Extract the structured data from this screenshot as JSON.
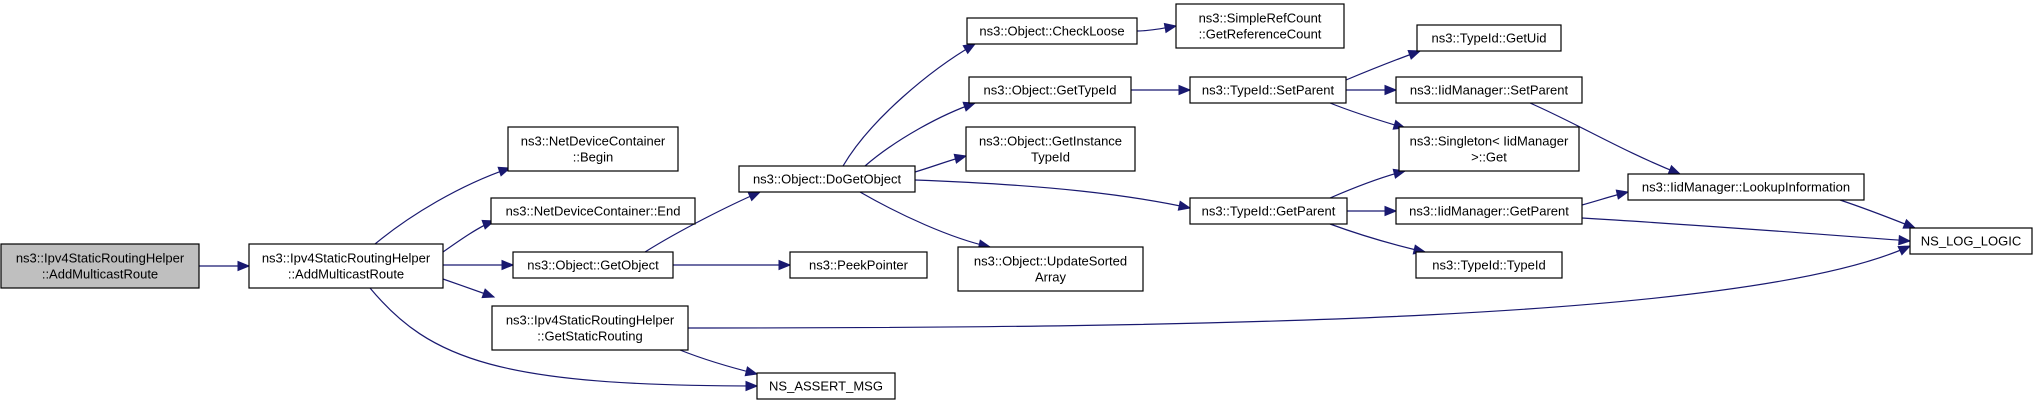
{
  "nodes": {
    "root": [
      "ns3::Ipv4StaticRoutingHelper",
      "::AddMulticastRoute"
    ],
    "add": [
      "ns3::Ipv4StaticRoutingHelper",
      "::AddMulticastRoute"
    ],
    "ndcbegin": [
      "ns3::NetDeviceContainer",
      "::Begin"
    ],
    "ndcend": [
      "ns3::NetDeviceContainer::End"
    ],
    "getobject": [
      "ns3::Object::GetObject"
    ],
    "getstatic": [
      "ns3::Ipv4StaticRoutingHelper",
      "::GetStaticRouting"
    ],
    "assert": [
      "NS_ASSERT_MSG"
    ],
    "dogetobject": [
      "ns3::Object::DoGetObject"
    ],
    "peek": [
      "ns3::PeekPointer"
    ],
    "checkloose": [
      "ns3::Object::CheckLoose"
    ],
    "gettypeid": [
      "ns3::Object::GetTypeId"
    ],
    "getinstance": [
      "ns3::Object::GetInstance",
      "TypeId"
    ],
    "updatesorted": [
      "ns3::Object::UpdateSorted",
      "Array"
    ],
    "refcount": [
      "ns3::SimpleRefCount",
      "::GetReferenceCount"
    ],
    "setparent": [
      "ns3::TypeId::SetParent"
    ],
    "tgetparent": [
      "ns3::TypeId::GetParent"
    ],
    "getuid": [
      "ns3::TypeId::GetUid"
    ],
    "iidsetparent": [
      "ns3::IidManager::SetParent"
    ],
    "singleton": [
      "ns3::Singleton< IidManager",
      ">::Get"
    ],
    "iidgetparent": [
      "ns3::IidManager::GetParent"
    ],
    "ttypeid": [
      "ns3::TypeId::TypeId"
    ],
    "lookup": [
      "ns3::IidManager::LookupInformation"
    ],
    "log": [
      "NS_LOG_LOGIC"
    ]
  }
}
